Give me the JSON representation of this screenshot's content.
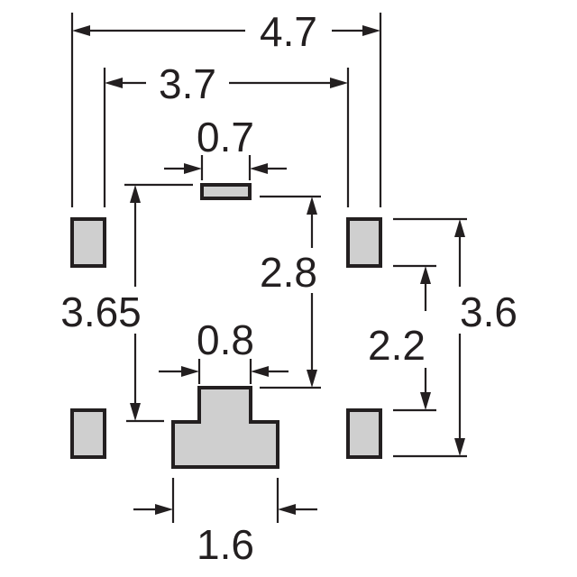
{
  "diagram": {
    "colors": {
      "pad_fill": "#cfcfcf",
      "outline": "#231f20",
      "background": "#ffffff"
    },
    "dimensions": {
      "overall_width": "4.7",
      "pad_span_width": "3.7",
      "top_slot_width": "0.7",
      "slot_to_tab": "2.8",
      "slot_to_lower_pads": "3.65",
      "tab_width": "0.8",
      "inner_pad_pitch": "2.2",
      "outer_pad_span": "3.6",
      "center_pad_width": "1.6"
    }
  }
}
